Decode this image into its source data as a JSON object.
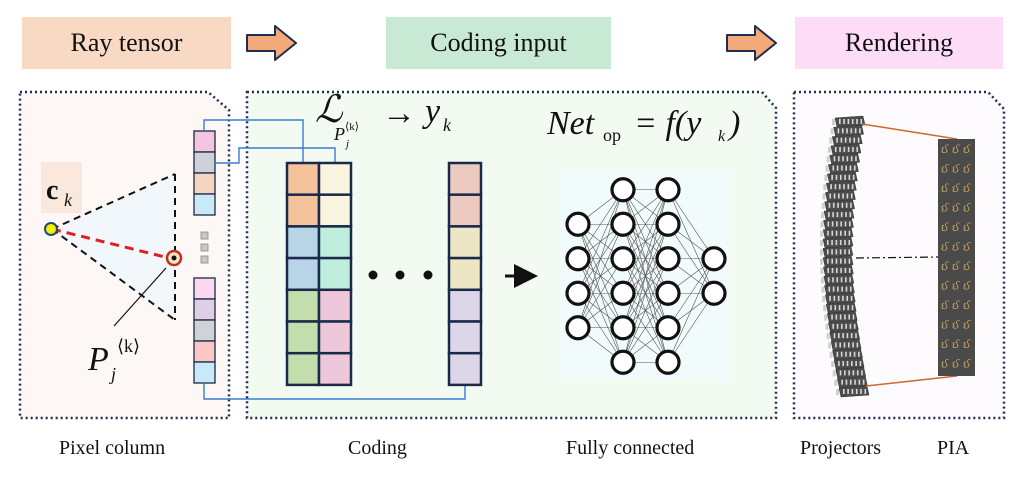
{
  "header": {
    "stages": [
      {
        "label": "Ray tensor",
        "color": "#f8d9c4"
      },
      {
        "label": "Coding input",
        "color": "#c8ead4"
      },
      {
        "label": "Rendering",
        "color": "#fcdcf6"
      }
    ],
    "arrow_color": "#f2aa7a",
    "arrow_outline": "#1f2d50"
  },
  "panels": {
    "pixel_column": {
      "caption": "Pixel column",
      "camera_label": "c",
      "camera_subscript": "k",
      "point_label": "P",
      "point_subscript": "j",
      "point_superscript": "⟨k⟩",
      "vector_top_colors": [
        "#f2c6e0",
        "#cdd2d8",
        "#f4d6c0",
        "#c9e9f6"
      ],
      "vector_bottom_colors": [
        "#fad8ef",
        "#decfe6",
        "#cfd3d8",
        "#fcc6c5",
        "#c9e9f6"
      ],
      "ellipsis_count": 3
    },
    "coding": {
      "caption": "Coding",
      "formula_left": "ℒ",
      "formula_sub": "P",
      "formula_sub_sub": "j",
      "formula_sub_sup": "⟨k⟩",
      "formula_arrow": "→",
      "formula_right": "y",
      "formula_right_sub": "k",
      "matrix_col1": [
        "#f4c39c",
        "#f4c39c",
        "#b8d5e8",
        "#b8d5e8",
        "#c3deac",
        "#c3deac",
        "#c3deac"
      ],
      "matrix_col2": [
        "#faf5de",
        "#faf5de",
        "#c0eedc",
        "#c0eedc",
        "#eec8d8",
        "#eec8d8",
        "#eec8d8"
      ],
      "matrix_last": [
        "#eccac0",
        "#eccac0",
        "#ece6c4",
        "#ece6c4",
        "#dcd6e8",
        "#dcd6e8",
        "#dcd6e8"
      ],
      "dots": "• • •"
    },
    "fully_connected": {
      "caption": "Fully connected",
      "formula_net": "Net",
      "formula_net_sub": "op",
      "formula_rest": "= f(y",
      "formula_rest_sub": "k",
      "formula_close": ")",
      "layers": [
        4,
        6,
        6,
        2
      ]
    },
    "rendering": {
      "caption_projectors": "Projectors",
      "caption_pia": "PIA",
      "pia_rows": 12,
      "pia_cols": 3,
      "projector_rows": 30
    }
  }
}
